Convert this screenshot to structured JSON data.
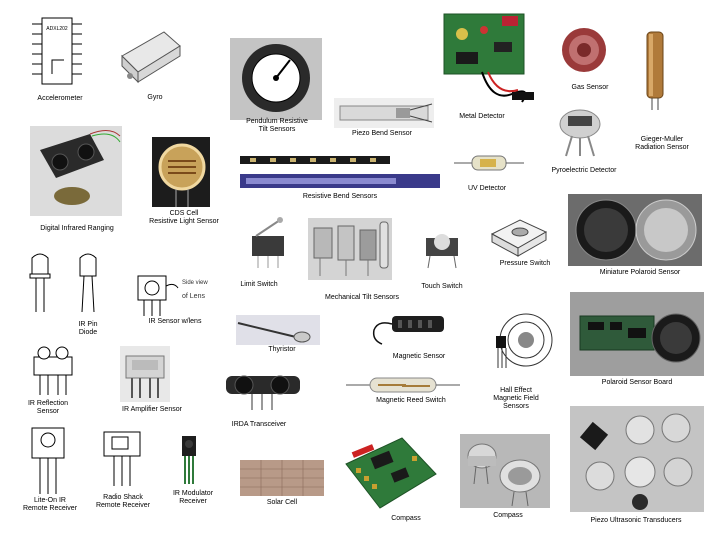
{
  "labels": {
    "accelerometer": "Accelerometer",
    "gyro": "Gyro",
    "pendulum": "Pendulum Resistive\nTilt Sensors",
    "piezo_bend": "Piezo Bend Sensor",
    "metal_detector": "Metal Detector",
    "gas_sensor": "Gas Sensor",
    "geiger": "Gieger-Muller\nRadiation Sensor",
    "pyroelectric": "Pyroelectric Detector",
    "uv_detector": "UV Detector",
    "resistive_bend": "Resistive Bend Sensors",
    "cds_cell": "CDS Cell\nResistive Light Sensor",
    "ir_ranging": "Digital Infrared Ranging",
    "pressure_switch": "Pressure Switch",
    "miniature_polaroid": "Miniature Polaroid Sensor",
    "limit_switch": "Limit Switch",
    "touch_switch": "Touch Switch",
    "mech_tilt": "Mechanical Tilt Sensors",
    "ir_pin": "IR Pin\nDiode",
    "ir_sensor_lens": "IR Sensor w/lens",
    "thyristor": "Thyristor",
    "magnetic_sensor": "Magnetic Sensor",
    "polaroid_board": "Polaroid Sensor Board",
    "ir_reflection": "IR Reflection\nSensor",
    "ir_amplifier": "IR Amplifier Sensor",
    "magnetic_reed": "Magnetic Reed Switch",
    "hall_effect": "Hall Effect\nMagnetic Field\nSensors",
    "irda": "IRDA Transceiver",
    "liteon": "Lite-On IR\nRemote Receiver",
    "radio_shack": "Radio Shack\nRemote Receiver",
    "ir_modulator": "IR Modulator\nReceiver",
    "solar_cell": "Solar Cell",
    "compass_1": "Compass",
    "compass_2": "Compass",
    "piezo_ultrasonic": "Piezo Ultrasonic Transducers"
  },
  "chip_text": {
    "chip_name": "ADXL202",
    "lens_note": "Side view\nof Lens"
  },
  "colors": {
    "background": "#ffffff",
    "photo_gray": "#b8b8b8",
    "dark_device": "#2a2a2a",
    "pcb_green": "#2f7a3a",
    "gas_sensor_red": "#9a3a3a",
    "copper": "#b07a3a"
  }
}
